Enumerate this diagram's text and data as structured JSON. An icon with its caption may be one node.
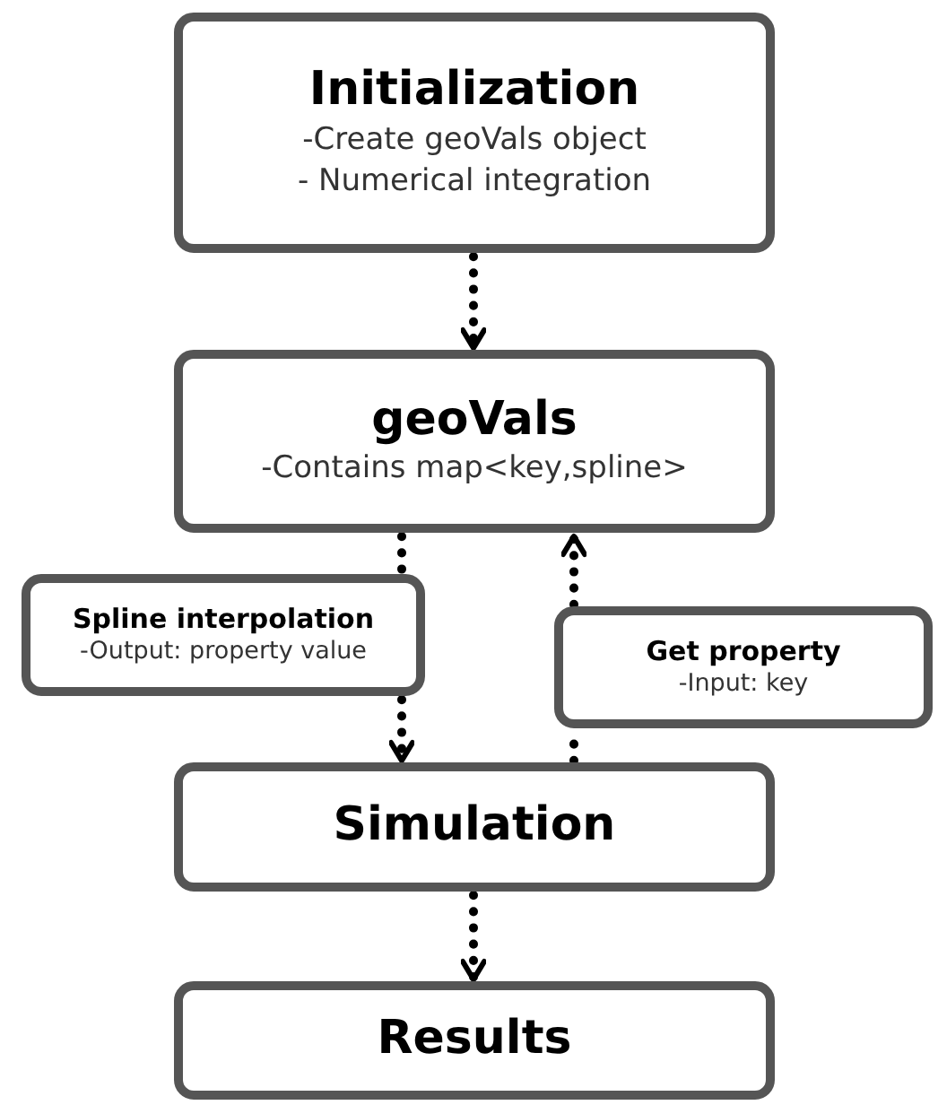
{
  "diagram": {
    "nodes": [
      {
        "text": [
          "Initialization",
          "-Create geoVals object",
          "- Numerical integration"
        ]
      },
      {
        "text": [
          "geoVals",
          "-Contains map<key,spline>"
        ]
      },
      {
        "text": [
          "Spline interpolation",
          "-Output: property value"
        ]
      },
      {
        "text": [
          "Get property",
          "-Input: key"
        ]
      },
      {
        "text": [
          "Simulation"
        ]
      },
      {
        "text": [
          "Results"
        ]
      }
    ],
    "edges": [
      {
        "from": 0,
        "to": 1,
        "arrow": "to",
        "style": "dashed"
      },
      {
        "from": 1,
        "to": 2,
        "arrow": "none",
        "style": "dashed"
      },
      {
        "from": 2,
        "to": 4,
        "arrow": "to",
        "style": "dashed"
      },
      {
        "from": 4,
        "to": 3,
        "arrow": "none",
        "style": "dashed"
      },
      {
        "from": 3,
        "to": 1,
        "arrow": "to",
        "style": "dashed"
      },
      {
        "from": 4,
        "to": 5,
        "arrow": "to",
        "style": "dashed"
      }
    ]
  }
}
